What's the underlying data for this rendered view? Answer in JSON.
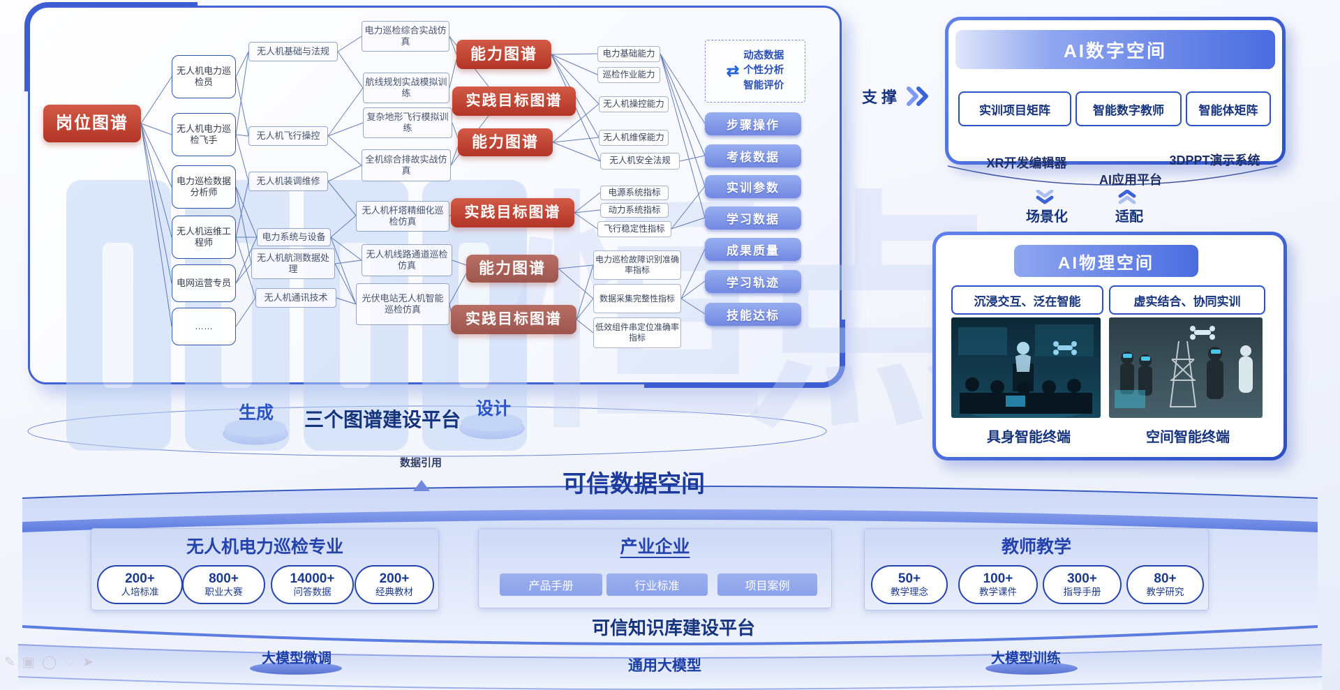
{
  "palette": {
    "accent_blue": "#3c5ed2",
    "deep_navy": "#16337e",
    "node_red": "#b23527",
    "button_blue": "#7790e6",
    "light_fill": "#c7d4f5"
  },
  "watermark": {
    "logo_text": "恒点"
  },
  "tray_icons": [
    {
      "name": "pencil",
      "glyph": "✎"
    },
    {
      "name": "image",
      "glyph": "▣"
    },
    {
      "name": "ellipse",
      "glyph": "◯"
    },
    {
      "name": "heart",
      "glyph": "♡"
    },
    {
      "name": "cursor",
      "glyph": "➤"
    }
  ],
  "mindmap": {
    "root": "岗位图谱",
    "roles": [
      "无人机电力巡检员",
      "无人机电力巡检飞手",
      "电力巡检数据分析师",
      "无人机运维工程师",
      "电网运营专员",
      "……"
    ],
    "courses": [
      "无人机基础与法规",
      "无人机飞行操控",
      "无人机装调维修",
      "电力系统与设备",
      "无人机航测数据处理",
      "无人机通讯技术"
    ],
    "sims": [
      "电力巡检综合实战仿真",
      "航线规划实战模拟训练",
      "复杂地形飞行模拟训练",
      "全机综合排故实战仿真",
      "无人机杆塔精细化巡检仿真",
      "无人机线路通道巡检仿真",
      "光伏电站无人机智能巡检仿真"
    ],
    "maps": [
      "能力图谱",
      "实践目标图谱",
      "能力图谱",
      "实践目标图谱",
      "能力图谱",
      "实践目标图谱"
    ],
    "abilities": [
      "电力基础能力",
      "巡检作业能力",
      "无人机操控能力",
      "无人机维保能力",
      "无人机安全法规",
      "电源系统指标",
      "动力系统指标",
      "飞行稳定性指标",
      "电力巡检故障识别准确率指标",
      "数据采集完整性指标",
      "低效组件串定位准确率指标"
    ],
    "dashed_note": {
      "line1": "动态数据",
      "line2": "个性分析",
      "line3": "智能评价"
    },
    "metrics": [
      "步骤操作",
      "考核数据",
      "实训参数",
      "学习数据",
      "成果质量",
      "学习轨迹",
      "技能达标"
    ]
  },
  "support_label": "支撑",
  "digital_space": {
    "title": "AI数字空间",
    "buttons": [
      "实训项目矩阵",
      "智能数字教师",
      "智能体矩阵"
    ],
    "tools": [
      "XR开发编辑器",
      "AI应用平台",
      "3DPPT演示系统"
    ]
  },
  "flow": {
    "scene": "场景化",
    "adapt": "适配"
  },
  "physical_space": {
    "title": "AI物理空间",
    "features": [
      "沉浸交互、泛在智能",
      "虚实结合、协同实训"
    ],
    "terminals": [
      "具身智能终端",
      "空间智能终端"
    ]
  },
  "graph_platform": {
    "generate": "生成",
    "title": "三个图谱建设平台",
    "design": "设计",
    "data_ref": "数据引用"
  },
  "data_space_title": "可信数据空间",
  "knowledge": {
    "major": {
      "title": "无人机电力巡检专业",
      "pills": [
        {
          "num": "200+",
          "label": "人培标准"
        },
        {
          "num": "800+",
          "label": "职业大赛"
        },
        {
          "num": "14000+",
          "label": "问答数据"
        },
        {
          "num": "200+",
          "label": "经典教材"
        }
      ]
    },
    "industry": {
      "title": "产业企业",
      "tags": [
        "产品手册",
        "行业标准",
        "项目案例"
      ]
    },
    "teaching": {
      "title": "教师教学",
      "pills": [
        {
          "num": "50+",
          "label": "教学理念"
        },
        {
          "num": "100+",
          "label": "教学课件"
        },
        {
          "num": "300+",
          "label": "指导手册"
        },
        {
          "num": "80+",
          "label": "教学研究"
        }
      ]
    },
    "platform_title": "可信知识库建设平台"
  },
  "model_band": {
    "finetune": "大模型微调",
    "base": "通用大模型",
    "train": "大模型训练"
  }
}
